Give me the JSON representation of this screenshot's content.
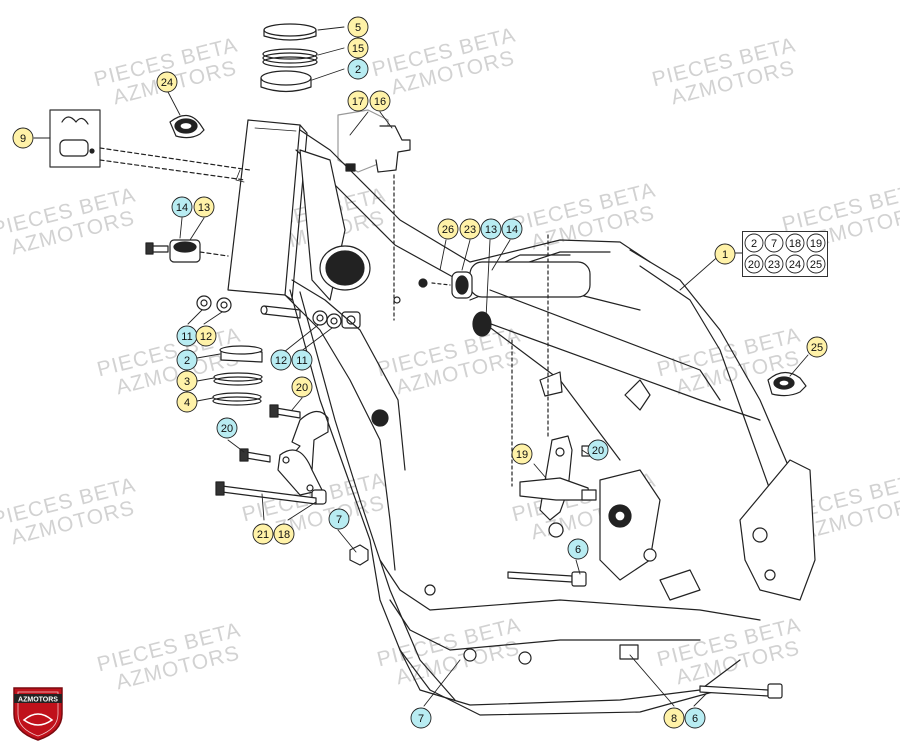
{
  "watermark": {
    "line1": "PIECES BETA",
    "line2": "AZMOTORS"
  },
  "logo": {
    "text": "AZMOTORS",
    "color": "#c0111b"
  },
  "colors": {
    "yellow_callout": "#fff2a8",
    "blue_callout": "#b8ecf2",
    "line": "#222222"
  },
  "callouts": {
    "c5": "5",
    "c15": "15",
    "c2a": "2",
    "c24": "24",
    "c9": "9",
    "c17": "17",
    "c16": "16",
    "c14a": "14",
    "c13a": "13",
    "c26": "26",
    "c23": "23",
    "c13b": "13",
    "c14b": "14",
    "c1": "1",
    "c11a": "11",
    "c12a": "12",
    "c2b": "2",
    "c12b": "12",
    "c11b": "11",
    "c3": "3",
    "c4": "4",
    "c20a": "20",
    "c20b": "20",
    "c19": "19",
    "c20c": "20",
    "c25": "25",
    "c21": "21",
    "c18": "18",
    "c7a": "7",
    "c6a": "6",
    "c7b": "7",
    "c8": "8",
    "c6b": "6"
  },
  "group_legend": {
    "row1": [
      "2",
      "7",
      "18",
      "19"
    ],
    "row2": [
      "20",
      "23",
      "24",
      "25"
    ]
  }
}
